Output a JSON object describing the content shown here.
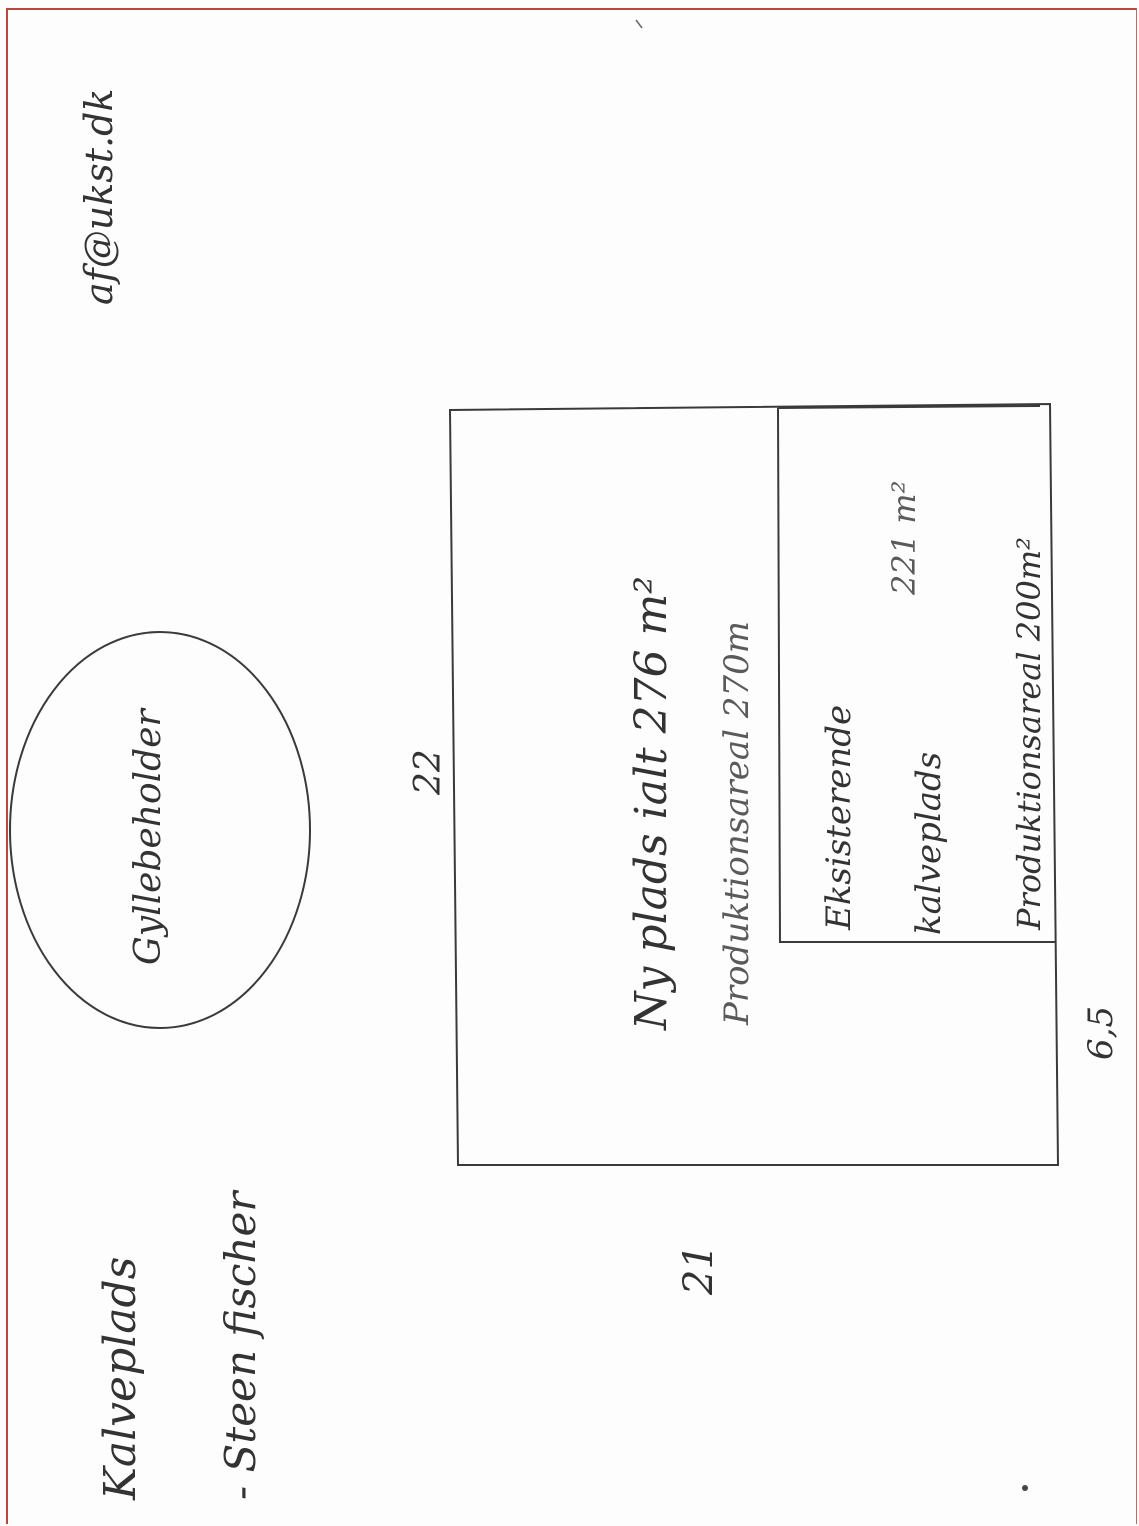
{
  "texts": {
    "title": "Kalveplads",
    "author": "- Steen fischer",
    "email": "af@ukst.dk",
    "tank_label": "Gyllebeholder",
    "dim_22": "22",
    "dim_21": "21",
    "dim_65": "6,5",
    "new_area": "Ny plads ialt 276 m²",
    "new_production": "Produktionsareal 270m",
    "existing_1": "Eksisterende",
    "existing_2": "kalveplads",
    "existing_area": "221 m²",
    "existing_production": "Produktionsareal 200m²"
  }
}
